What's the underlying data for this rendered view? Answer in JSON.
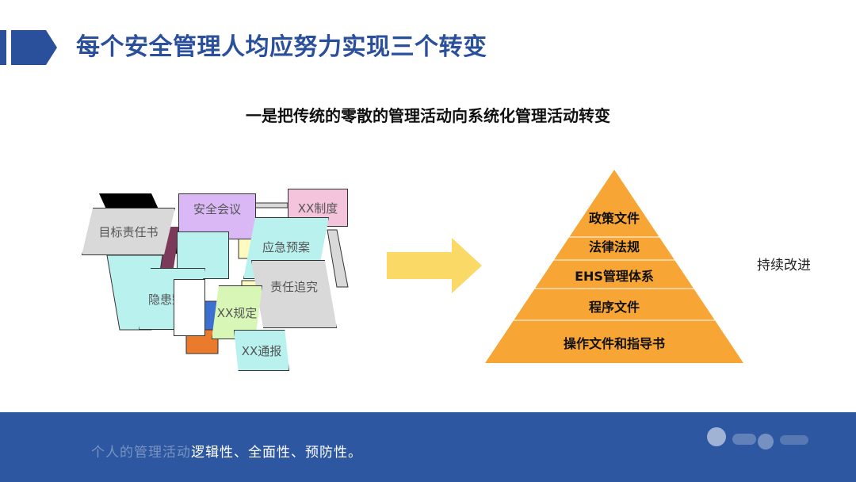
{
  "header": {
    "title": "每个安全管理人均应努力实现三个转变",
    "accent_color": "#2a4f9b"
  },
  "subtitle": "一是把传统的零散的管理活动向系统化管理活动转变",
  "collage": {
    "target_book": "目标责任书",
    "safety_meeting": "安全会议",
    "xx_system": "XX制度",
    "emergency_plan": "应急预案",
    "accountability": "责任追究",
    "hazard_rectify": "隐患整改",
    "xx_rules": "XX规定",
    "xx_notice": "XX通报"
  },
  "arrow_color": "#fbd967",
  "pyramid": {
    "color": "#f7a535",
    "levels": [
      "政策文件",
      "法律法规",
      "EHS管理体系",
      "程序文件",
      "操作文件和指导书"
    ]
  },
  "side_note": "持续改进",
  "footer": {
    "text_faded": "个人的管理活动",
    "text_main": "逻辑性、全面性、预防性。",
    "band_color": "#2d57a0"
  }
}
